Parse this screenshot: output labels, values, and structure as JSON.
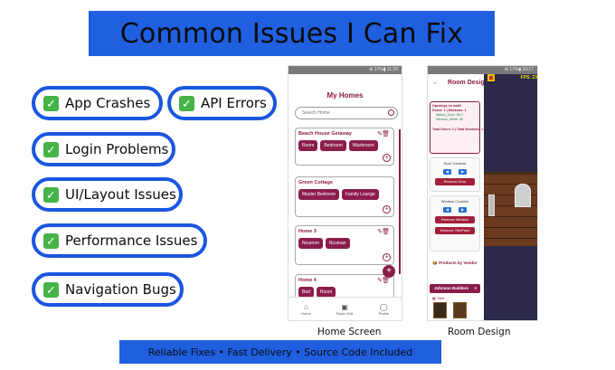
{
  "header": {
    "title": "Common Issues I Can Fix"
  },
  "issues": [
    {
      "label": "App Crashes"
    },
    {
      "label": "API Errors"
    },
    {
      "label": "Login Problems"
    },
    {
      "label": "UI/Layout Issues"
    },
    {
      "label": "Performance Issues"
    },
    {
      "label": "Navigation Bugs"
    }
  ],
  "check_icon": "✓",
  "home_screen": {
    "status": "⊕ 17%▮ 11:20",
    "title": "My Homes",
    "search_placeholder": "Search Home",
    "homes": [
      {
        "name": "Beach House Getaway",
        "rooms": [
          "Room",
          "Bedroom",
          "Washroom"
        ]
      },
      {
        "name": "Green Cottage",
        "rooms": [
          "Master Bedroom",
          "Family Lounge"
        ]
      },
      {
        "name": "Home 3",
        "rooms": [
          "Ncurnon",
          "Ncuman"
        ]
      },
      {
        "name": "Home 4",
        "rooms": [
          "Bed",
          "Room"
        ]
      }
    ],
    "nav": [
      {
        "label": "Home",
        "icon": "⌂"
      },
      {
        "label": "Room Edit",
        "icon": "▣"
      },
      {
        "label": "Profile",
        "icon": "◯"
      }
    ],
    "caption": "Home Screen"
  },
  "room_design": {
    "status": "⊕ 17%▮ 10:17",
    "title": "Room Design",
    "fps": "FPS: 23",
    "openings": "Openings on wall2",
    "counts": "Doors: 1 | Windows: 1",
    "door_item": "Wakey_Door: 56.0",
    "window_item": "Window_White: 65",
    "total": "Total Doors: 1 | Total Windows: 1",
    "door_controls": "Door Controls",
    "remove_door": "Remove Door",
    "window_controls": "Window Controls",
    "remove_window": "Remove Window",
    "remove_tile": "Remove Tile/Paint",
    "products": "Products by Vendor",
    "builder": "Johnson Builders",
    "tiles": "Tiles",
    "caption": "Room Design"
  },
  "footer": {
    "text": "Reliable Fixes • Fast Delivery • Source Code Included"
  },
  "colors": {
    "brand_blue": "#1f5fe0",
    "pill_border": "#1a56e0",
    "check_green": "#45b347",
    "app_primary": "#8b1d4b"
  }
}
